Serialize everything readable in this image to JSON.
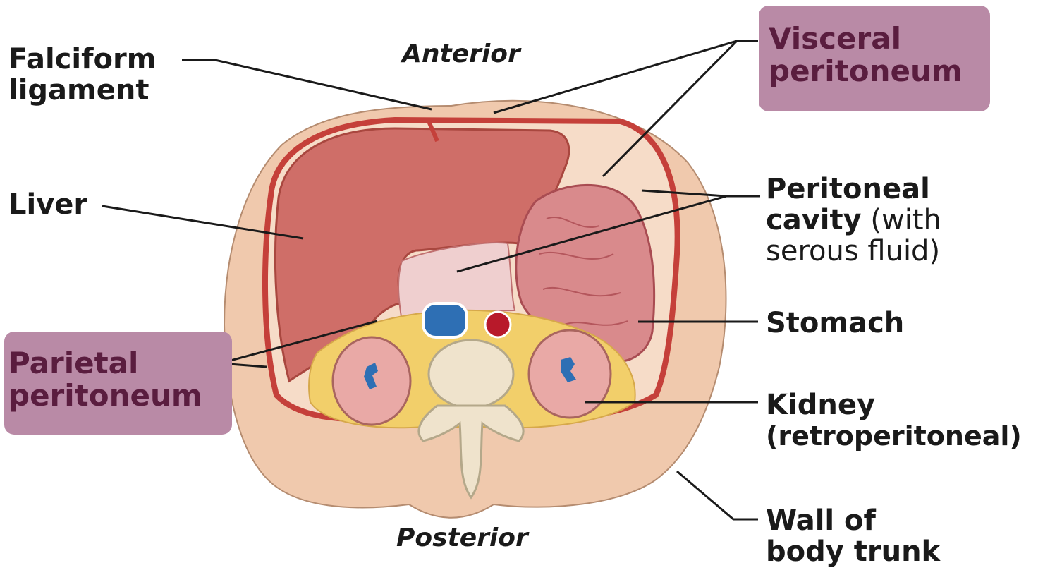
{
  "orientation": {
    "top": "Anterior",
    "bottom": "Posterior"
  },
  "labels": {
    "falciform": [
      "Falciform",
      "ligament"
    ],
    "liver": "Liver",
    "parietal": [
      "Parietal",
      "peritoneum"
    ],
    "visceral": [
      "Visceral",
      "peritoneum"
    ],
    "cavity": [
      "Peritoneal",
      "cavity",
      " (with",
      "serous fluid)"
    ],
    "stomach": "Stomach",
    "kidney": [
      "Kidney",
      "(retroperitoneal)"
    ],
    "wall": [
      "Wall of",
      "body trunk"
    ]
  },
  "colors": {
    "highlight_box": "#b98aa6",
    "highlight_text": "#5a1d3f",
    "body_wall": "#f0c9ad",
    "liver": "#cf6e68",
    "stomach": "#d98a8c",
    "peritoneum_line": "#c5403a",
    "fat": "#f2cf6a",
    "vein": "#2e6fb4",
    "artery": "#b8192a",
    "vertebra": "#efe3cc"
  }
}
